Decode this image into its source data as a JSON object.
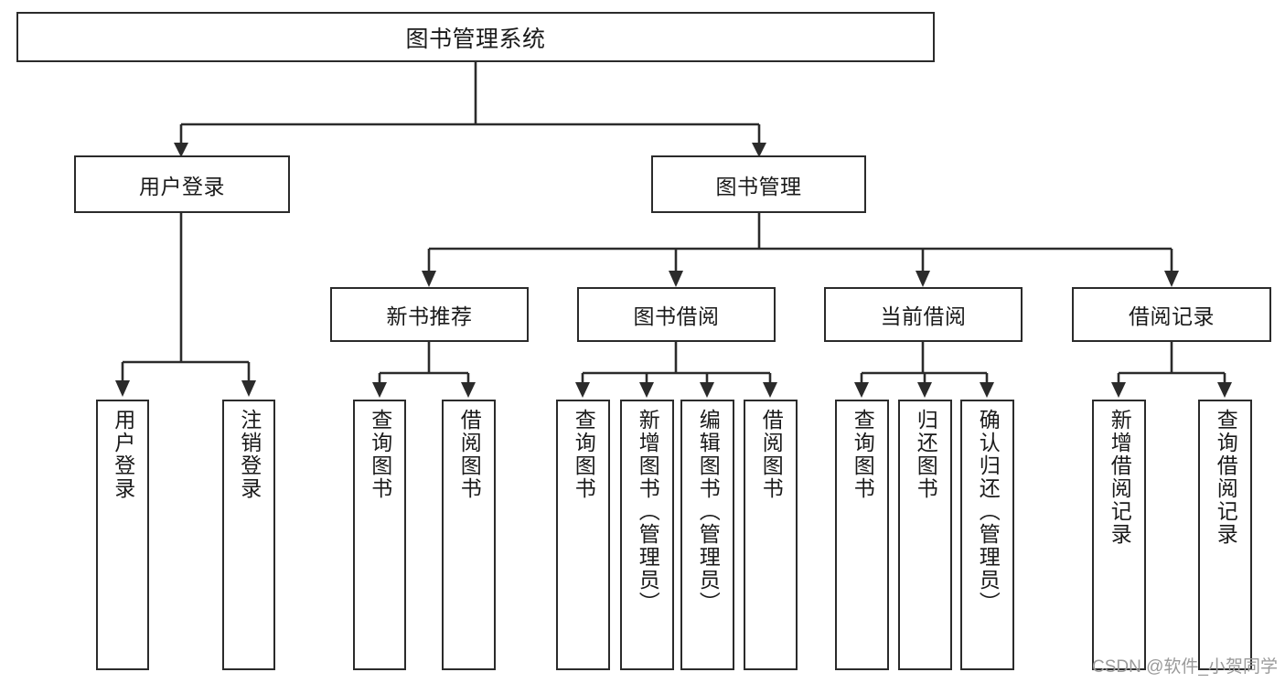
{
  "diagram": {
    "title": "图书管理系统",
    "type": "tree-hierarchy-chart",
    "watermark": "CSDN @软件_小贺同学",
    "colors": {
      "stroke": "#2b2b2b",
      "background": "#ffffff",
      "text": "#1a1a1a",
      "watermark": "#9a9a9a"
    },
    "nodes": {
      "root": {
        "label": "图书管理系统"
      },
      "level2": [
        {
          "id": "user-login",
          "label": "用户登录"
        },
        {
          "id": "book-management",
          "label": "图书管理"
        }
      ],
      "level3": [
        {
          "id": "new-book-recommend",
          "label": "新书推荐"
        },
        {
          "id": "book-borrow",
          "label": "图书借阅"
        },
        {
          "id": "current-borrow",
          "label": "当前借阅"
        },
        {
          "id": "borrow-record",
          "label": "借阅记录"
        }
      ],
      "leaves": [
        {
          "id": "leaf-user-login",
          "label": "用户登录",
          "parent": "user-login"
        },
        {
          "id": "leaf-logout",
          "label": "注销登录",
          "parent": "user-login"
        },
        {
          "id": "leaf-query-book-1",
          "label": "查询图书",
          "parent": "new-book-recommend"
        },
        {
          "id": "leaf-borrow-book-1",
          "label": "借阅图书",
          "parent": "new-book-recommend"
        },
        {
          "id": "leaf-query-book-2",
          "label": "查询图书",
          "parent": "book-borrow"
        },
        {
          "id": "leaf-add-book",
          "label": "新增图书（管理员）",
          "parent": "book-borrow"
        },
        {
          "id": "leaf-edit-book",
          "label": "编辑图书（管理员）",
          "parent": "book-borrow"
        },
        {
          "id": "leaf-borrow-book-2",
          "label": "借阅图书",
          "parent": "book-borrow"
        },
        {
          "id": "leaf-query-book-3",
          "label": "查询图书",
          "parent": "current-borrow"
        },
        {
          "id": "leaf-return-book",
          "label": "归还图书",
          "parent": "current-borrow"
        },
        {
          "id": "leaf-confirm-return",
          "label": "确认归还（管理员）",
          "parent": "current-borrow"
        },
        {
          "id": "leaf-add-record",
          "label": "新增借阅记录",
          "parent": "borrow-record"
        },
        {
          "id": "leaf-query-record",
          "label": "查询借阅记录",
          "parent": "borrow-record"
        }
      ]
    }
  }
}
